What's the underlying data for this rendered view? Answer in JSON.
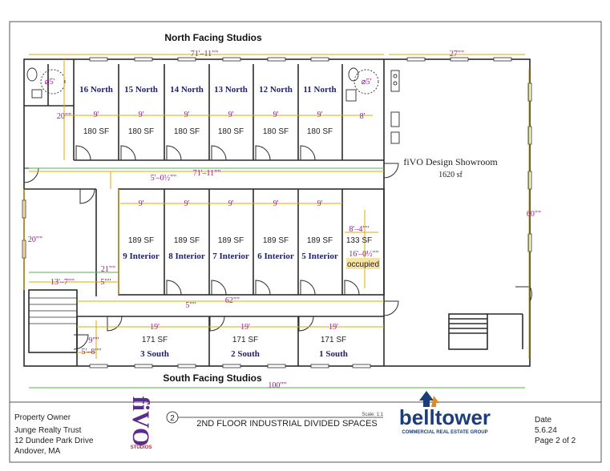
{
  "header": {
    "title": "North Facing Studios"
  },
  "footer_label": "South Facing Studios",
  "colors": {
    "wall": "#2b2b2b",
    "dim": "#e0a800",
    "dim_green": "#55b34a",
    "dim_text": "#8a1f8f",
    "occupied": "#f7e3a1",
    "bell_blue": "#1b3e7a",
    "bell_orange": "#e08a1e",
    "fivo_purple": "#5b2c8a",
    "fivo_red": "#c4262e"
  },
  "north_studios": [
    {
      "name": "16 North",
      "area": "180 SF",
      "width": "9'"
    },
    {
      "name": "15 North",
      "area": "180 SF",
      "width": "9'"
    },
    {
      "name": "14 North",
      "area": "180 SF",
      "width": "9'"
    },
    {
      "name": "13 North",
      "area": "180 SF",
      "width": "9'"
    },
    {
      "name": "12 North",
      "area": "180 SF",
      "width": "9'"
    },
    {
      "name": "11 North",
      "area": "180 SF",
      "width": "9'"
    }
  ],
  "interior_studios": [
    {
      "name": "9 Interior",
      "area": "189 SF",
      "width": "9'"
    },
    {
      "name": "8 Interior",
      "area": "189 SF",
      "width": "9'"
    },
    {
      "name": "7 Interior",
      "area": "189 SF",
      "width": "9'"
    },
    {
      "name": "6 Interior",
      "area": "189 SF",
      "width": "9'"
    },
    {
      "name": "5 Interior",
      "area": "189 SF",
      "width": "9'"
    }
  ],
  "occupied_unit": {
    "area": "133 SF",
    "dim_top": "8'–4\"\"",
    "dim_mid": "16'–0½\"\"",
    "label": "occupied"
  },
  "south_studios": [
    {
      "name": "3 South",
      "area": "171 SF",
      "width": "19'"
    },
    {
      "name": "2 South",
      "area": "171 SF",
      "width": "19'"
    },
    {
      "name": "1 South",
      "area": "171 SF",
      "width": "19'"
    }
  ],
  "showroom": {
    "name": "fiVO Design Showroom",
    "area": "1620 sf"
  },
  "dimensions": {
    "top_overall": "71'–11\"\"",
    "showroom_width": "27\"\"",
    "corridor_width": "71'–11\"\"",
    "corridor_height": "5'–0½\"\"",
    "restroom_left": "⌀5'",
    "restroom_right": "⌀5'",
    "left_20": "20\"\"",
    "right_8": "8'",
    "showroom_height": "60\"\"",
    "left_wing_height": "20\"\"",
    "left_13": "13'–7\"\"",
    "left_5": "5\"\"",
    "interior_21": "21\"\"",
    "corridor_62": "62\"\"",
    "corridor_5": "5\"\"",
    "stair_9": "9\"\"",
    "stair_5_8": "5'–8\"\"",
    "bottom_overall": "100\"\""
  },
  "title_block": {
    "sheet_number": "2",
    "sheet_title": "2ND FLOOR INDUSTRIAL DIVIDED SPACES",
    "scale": "Scale: 1:1",
    "owner_label": "Property Owner",
    "owner_name": "Junge Realty Trust",
    "owner_street": "12 Dundee Park Drive",
    "owner_city": "Andover, MA",
    "date_label": "Date",
    "date_value": "5.6.24",
    "page": "Page 2 of 2"
  },
  "logos": {
    "fivo_letters": "fiVO",
    "fivo_sub": "STUDIOS",
    "belltower_word": "belltower",
    "belltower_sub": "COMMERCIAL REAL ESTATE GROUP"
  }
}
